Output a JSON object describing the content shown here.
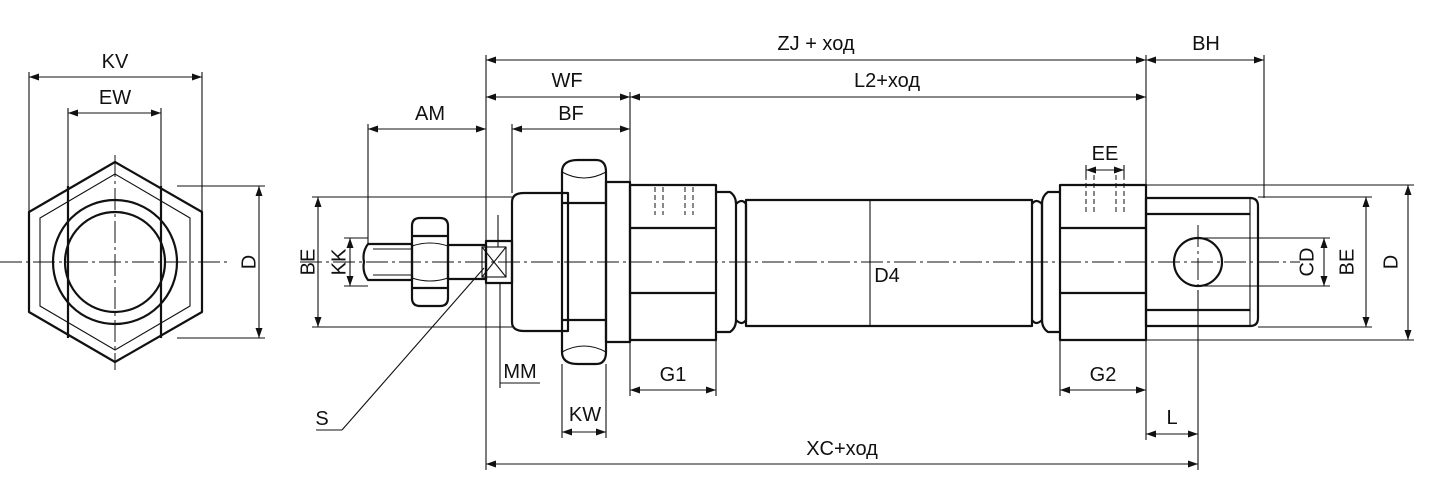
{
  "labels": {
    "kv": "KV",
    "ew": "EW",
    "d_left": "D",
    "zj": "ZJ + ход",
    "bh": "BH",
    "wf": "WF",
    "l2": "L2+ход",
    "am": "AM",
    "bf": "BF",
    "ee": "EE",
    "be_left": "BE",
    "kk": "KK",
    "d4": "D4",
    "cd": "CD",
    "be_right": "BE",
    "d_right": "D",
    "mm": "MM",
    "g1": "G1",
    "g2": "G2",
    "s": "S",
    "kw": "KW",
    "l": "L",
    "xc": "XC+ход"
  }
}
